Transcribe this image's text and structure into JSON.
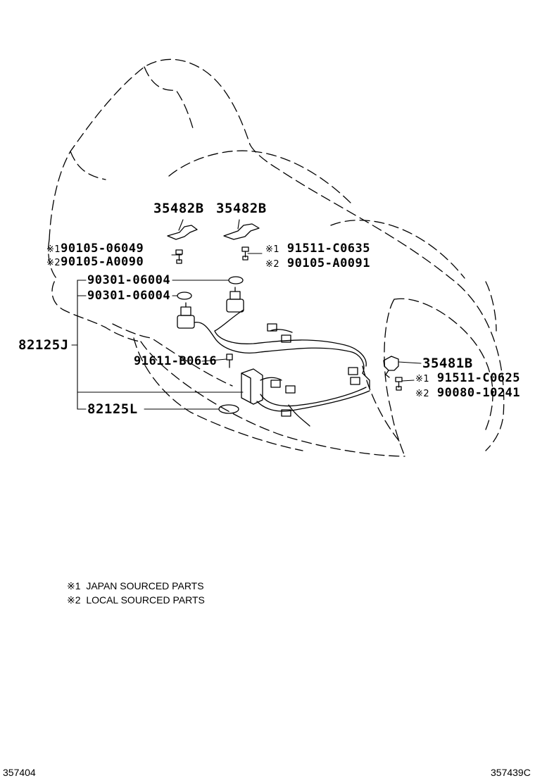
{
  "labels": {
    "p35482b_1": "35482B",
    "p35482b_2": "35482B",
    "left_bolt_1_mark": "※1",
    "left_bolt_1": "90105-06049",
    "left_bolt_2_mark": "※2",
    "left_bolt_2": "90105-A0090",
    "center_bolt_1_mark": "※1",
    "center_bolt_1": "91511-C0635",
    "center_bolt_2_mark": "※2",
    "center_bolt_2": "90105-A0091",
    "oring_1": "90301-06004",
    "oring_2": "90301-06004",
    "harness_j": "82125J",
    "screw": "91611-B0616",
    "harness_l": "82125L",
    "bracket": "35481B",
    "right_bolt_1_mark": "※1",
    "right_bolt_1": "91511-C0625",
    "right_bolt_2_mark": "※2",
    "right_bolt_2": "90080-10241"
  },
  "notes": {
    "n1_mark": "※1",
    "n1_text": "JAPAN SOURCED PARTS",
    "n2_mark": "※2",
    "n2_text": "LOCAL SOURCED PARTS"
  },
  "codes": {
    "left": "357404",
    "right": "357439C"
  }
}
